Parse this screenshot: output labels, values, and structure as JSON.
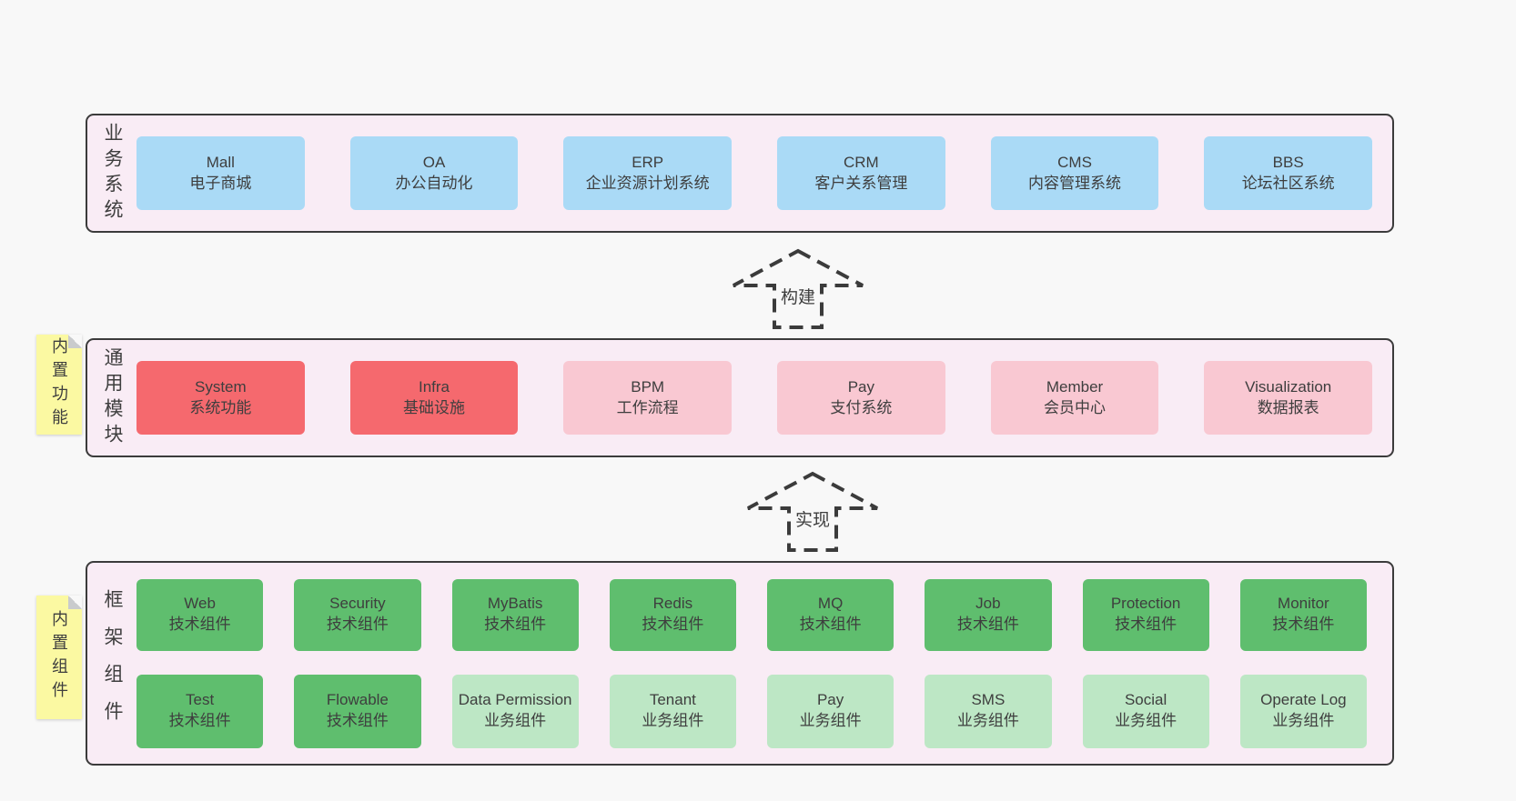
{
  "colors": {
    "pageBg": "#F8F8F8",
    "containerBg": "#F9ECF5",
    "border": "#3B3B3B",
    "text": "#3E3E3E",
    "blue": "#AADAF6",
    "red": "#F5696E",
    "pink": "#F9C8D2",
    "green": "#5FBE6E",
    "lightGreen": "#BDE7C5",
    "note": "#FBF9A2",
    "fold": "#C9CBCD"
  },
  "arrows": [
    {
      "label": "构建"
    },
    {
      "label": "实现"
    }
  ],
  "layers": [
    {
      "id": "business-systems",
      "label": "业务系统",
      "boxes": [
        {
          "name": "Mall",
          "desc": "电子商城",
          "type": "blue"
        },
        {
          "name": "OA",
          "desc": "办公自动化",
          "type": "blue"
        },
        {
          "name": "ERP",
          "desc": "企业资源计划系统",
          "type": "blue"
        },
        {
          "name": "CRM",
          "desc": "客户关系管理",
          "type": "blue"
        },
        {
          "name": "CMS",
          "desc": "内容管理系统",
          "type": "blue"
        },
        {
          "name": "BBS",
          "desc": "论坛社区系统",
          "type": "blue"
        }
      ]
    },
    {
      "id": "common-modules",
      "label": "通用模块",
      "note": "内置功能",
      "boxes": [
        {
          "name": "System",
          "desc": "系统功能",
          "type": "red"
        },
        {
          "name": "Infra",
          "desc": "基础设施",
          "type": "red"
        },
        {
          "name": "BPM",
          "desc": "工作流程",
          "type": "pink"
        },
        {
          "name": "Pay",
          "desc": "支付系统",
          "type": "pink"
        },
        {
          "name": "Member",
          "desc": "会员中心",
          "type": "pink"
        },
        {
          "name": "Visualization",
          "desc": "数据报表",
          "type": "pink"
        }
      ]
    },
    {
      "id": "framework-components",
      "label": "框架组件",
      "note": "内置组件",
      "boxes": [
        {
          "name": "Web",
          "desc": "技术组件",
          "type": "green"
        },
        {
          "name": "Security",
          "desc": "技术组件",
          "type": "green"
        },
        {
          "name": "MyBatis",
          "desc": "技术组件",
          "type": "green"
        },
        {
          "name": "Redis",
          "desc": "技术组件",
          "type": "green"
        },
        {
          "name": "MQ",
          "desc": "技术组件",
          "type": "green"
        },
        {
          "name": "Job",
          "desc": "技术组件",
          "type": "green"
        },
        {
          "name": "Protection",
          "desc": "技术组件",
          "type": "green"
        },
        {
          "name": "Monitor",
          "desc": "技术组件",
          "type": "green"
        },
        {
          "name": "Test",
          "desc": "技术组件",
          "type": "green"
        },
        {
          "name": "Flowable",
          "desc": "技术组件",
          "type": "green"
        },
        {
          "name": "Data Permission",
          "desc": "业务组件",
          "type": "lightgreen"
        },
        {
          "name": "Tenant",
          "desc": "业务组件",
          "type": "lightgreen"
        },
        {
          "name": "Pay",
          "desc": "业务组件",
          "type": "lightgreen"
        },
        {
          "name": "SMS",
          "desc": "业务组件",
          "type": "lightgreen"
        },
        {
          "name": "Social",
          "desc": "业务组件",
          "type": "lightgreen"
        },
        {
          "name": "Operate Log",
          "desc": "业务组件",
          "type": "lightgreen"
        }
      ]
    }
  ]
}
